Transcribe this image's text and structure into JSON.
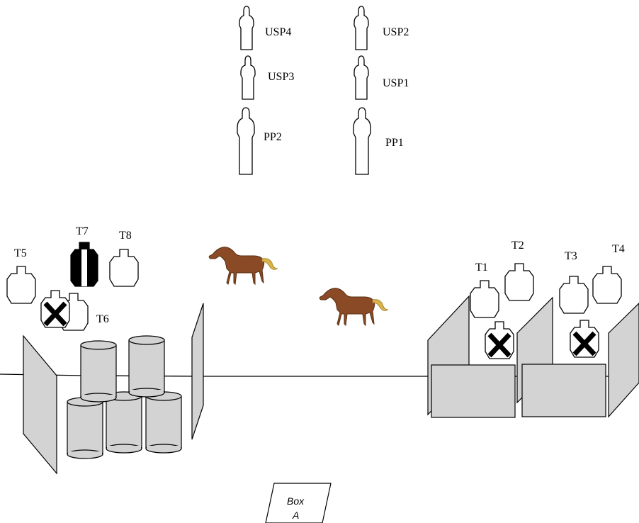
{
  "silhouettes": {
    "usp4": "USP4",
    "usp2": "USP2",
    "usp3": "USP3",
    "usp1": "USP1",
    "pp2": "PP2",
    "pp1": "PP1"
  },
  "targets": {
    "t1": "T1",
    "t2": "T2",
    "t3": "T3",
    "t4": "T4",
    "t5": "T5",
    "t6": "T6",
    "t7": "T7",
    "t8": "T8"
  },
  "box": {
    "line1": "Box",
    "line2": "A"
  },
  "colors": {
    "barrier_fill": "#d3d3d3",
    "outline": "#000000",
    "horse": "#8b4a26",
    "horse_tail": "#d8b24a"
  },
  "icons": [
    "person-silhouette-icon",
    "horse-icon",
    "no-shoot-x-icon",
    "barrel-icon"
  ]
}
